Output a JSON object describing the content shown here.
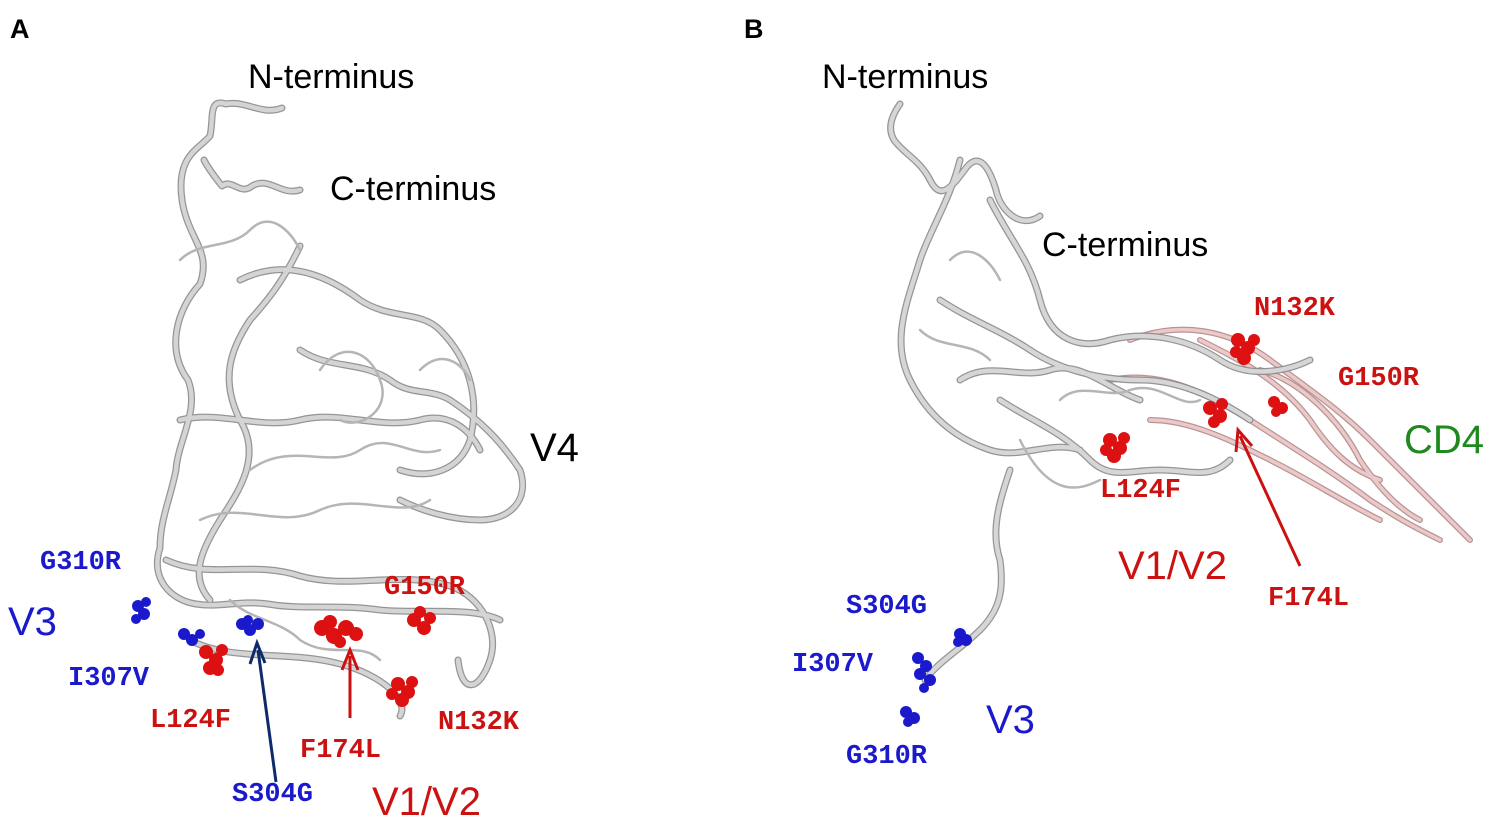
{
  "colors": {
    "mutation_red": "#cc1111",
    "mutation_blue": "#1a1acc",
    "arrow_navy": "#0d2a6b",
    "cd4_green": "#1e8a1e",
    "ribbon_gray": "#c9c9c9",
    "cd4_pink": "#e3bcbc"
  },
  "panel_a": {
    "letter": "A",
    "n_terminus": "N-terminus",
    "c_terminus": "C-terminus",
    "v4": "V4",
    "v3": "V3",
    "v1v2": "V1/V2",
    "mutations": {
      "g310r": "G310R",
      "i307v": "I307V",
      "l124f": "L124F",
      "s304g": "S304G",
      "f174l": "F174L",
      "g150r": "G150R",
      "n132k": "N132K"
    }
  },
  "panel_b": {
    "letter": "B",
    "n_terminus": "N-terminus",
    "c_terminus": "C-terminus",
    "cd4": "CD4",
    "v3": "V3",
    "v1v2": "V1/V2",
    "mutations": {
      "n132k": "N132K",
      "g150r": "G150R",
      "l124f": "L124F",
      "f174l": "F174L",
      "s304g": "S304G",
      "i307v": "I307V",
      "g310r": "G310R"
    }
  }
}
